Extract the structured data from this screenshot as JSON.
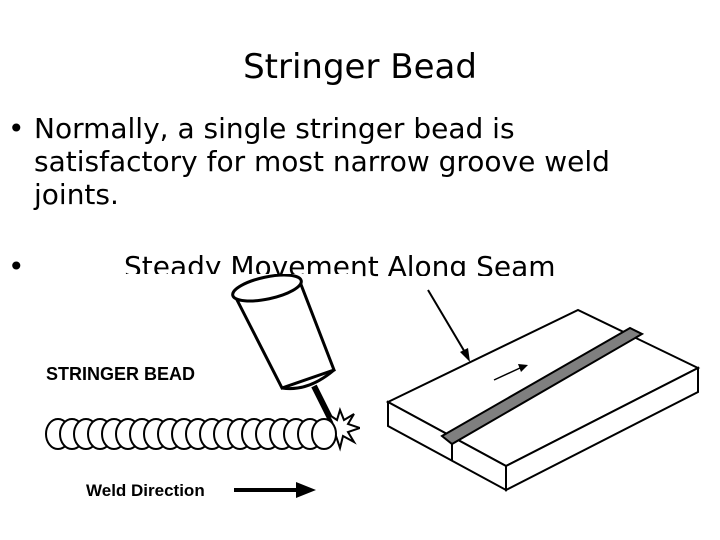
{
  "slide": {
    "title": "Stringer Bead",
    "bullets": [
      {
        "marker": "•",
        "text": "Normally, a single stringer bead is satisfactory for most narrow groove weld joints."
      },
      {
        "marker": "•",
        "text": "Steady Movement Along Seam"
      }
    ]
  },
  "figure_left": {
    "label_top": "STRINGER BEAD",
    "label_bottom": "Weld Direction"
  },
  "colors": {
    "bead_fill": "#7f7f7f",
    "line": "#000000"
  }
}
